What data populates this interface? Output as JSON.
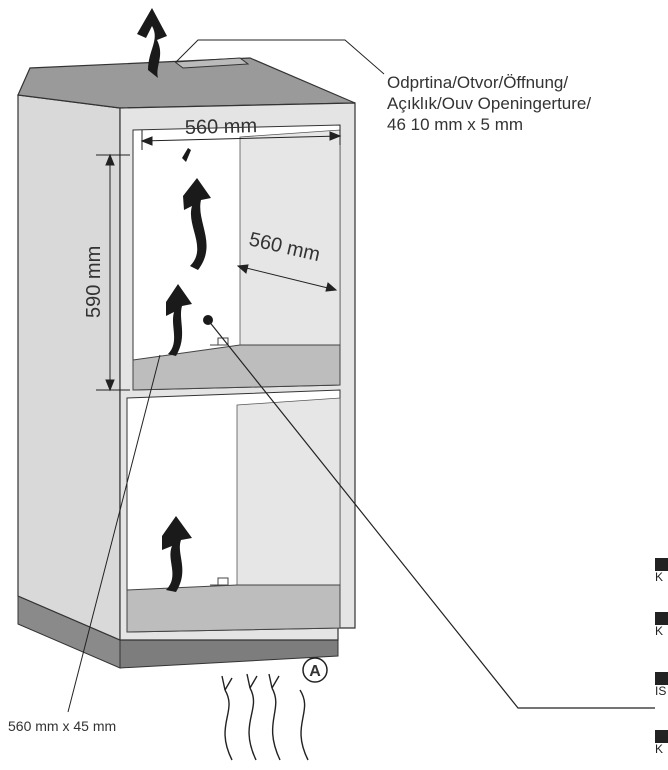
{
  "labels": {
    "top_width": "560 mm",
    "depth": "560 mm",
    "height": "590 mm",
    "bottom_opening": "560 mm x 45 mm",
    "marker": "A",
    "callout_lines": [
      "Odprtina/Otvor/Öffnung/",
      "Açıklık/Ouv Openingerture/",
      "46 10 mm x  5 mm"
    ]
  },
  "edge_fragments": [
    "K",
    "K",
    "IS",
    "K"
  ],
  "colors": {
    "line": "#222222",
    "panel_light": "#d9d9d9",
    "panel_mid": "#bdbdbd",
    "panel_dark": "#9a9a9a",
    "plinth": "#7d7d7d",
    "arrow": "#1a1a1a"
  }
}
